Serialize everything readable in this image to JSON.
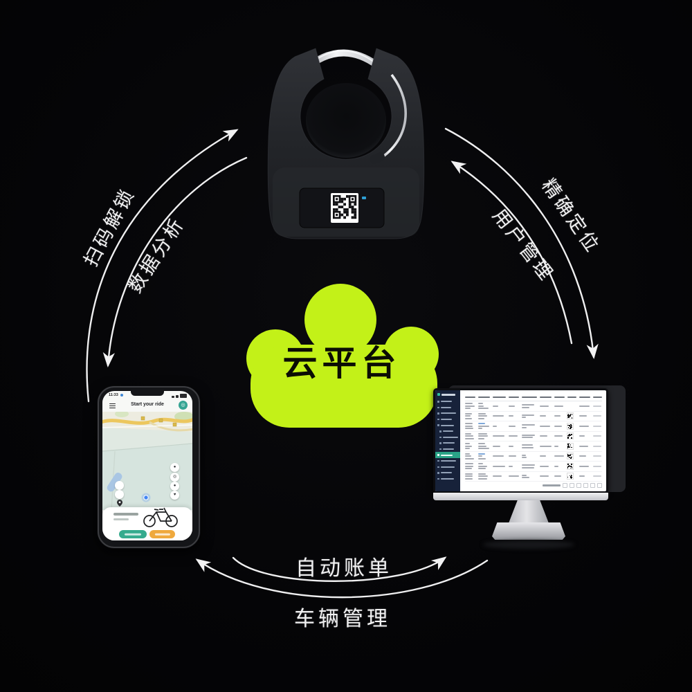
{
  "cloud": {
    "label": "云平台",
    "color": "#c3f118"
  },
  "flows": {
    "scan_unlock": "扫码解锁",
    "data_analysis": "数据分析",
    "precise_positioning": "精确定位",
    "user_management": "用户管理",
    "auto_billing": "自动账单",
    "vehicle_management": "车辆管理"
  },
  "lock": {
    "led_color": "#2e9fd4"
  },
  "phone": {
    "status_time": "11:33",
    "header_title": "Start your ride",
    "menu_icon": "hamburger",
    "locate_icon": "◎",
    "map_buttons": [
      "●",
      "◎",
      "●",
      "♥"
    ],
    "primary_button_color": "#35ab8e",
    "secondary_button_color": "#efa93d"
  },
  "monitor": {
    "sidebar_item_count": 14,
    "active_item_index": 9,
    "table_row_count": 8,
    "table_column_count": 10,
    "accent_color": "#2aa387"
  }
}
